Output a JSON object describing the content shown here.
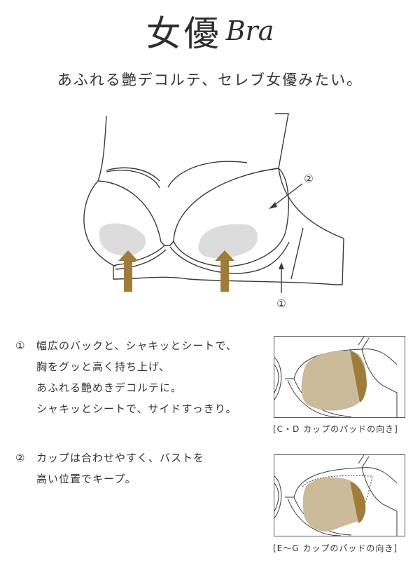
{
  "header": {
    "title_jp": "女優",
    "title_en": "Bra",
    "subtitle": "あふれる艶デコルテ、セレブ女優みたい。"
  },
  "illustration": {
    "callouts": [
      "②",
      "①"
    ],
    "colors": {
      "line": "#3a3a3a",
      "pad_gray": "#dcdcdc",
      "arrow_gold": "#a07c3a"
    }
  },
  "features": [
    {
      "number": "①",
      "lines": [
        "幅広のバックと、シャキッとシートで、",
        "胸をグッと高く持ち上げ、",
        "あふれる艶めきデコルテに。",
        "シャキッとシートで、サイドすっきり。"
      ]
    },
    {
      "number": "②",
      "lines": [
        "カップは合わせやすく、バストを",
        "高い位置でキープ。"
      ]
    }
  ],
  "pad_diagrams": [
    {
      "caption": "[C・D カップのパッドの向き]",
      "pad_color": "#cbbb9a",
      "accent_color": "#a07c3a"
    },
    {
      "caption": "[E〜G カップのパッドの向き]",
      "pad_color": "#cbbb9a",
      "accent_color": "#a07c3a"
    }
  ]
}
